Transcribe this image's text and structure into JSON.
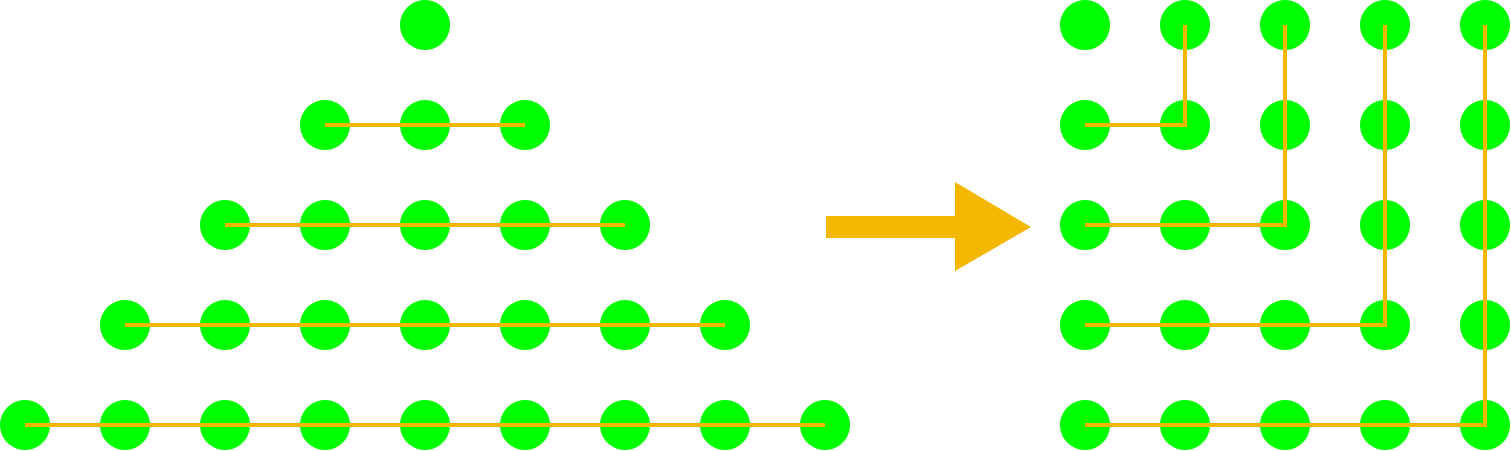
{
  "diagram": {
    "description_visible_text": "",
    "colors": {
      "dot": "#00ff00",
      "line": "#f5b800",
      "arrow": "#f5b800",
      "background": "#ffffff"
    },
    "left_triangle": {
      "row_dot_counts": [
        1,
        3,
        5,
        7,
        9
      ]
    },
    "arrow": {
      "direction": "right"
    },
    "right_square": {
      "size": 5,
      "l_shape_count": 4
    }
  }
}
